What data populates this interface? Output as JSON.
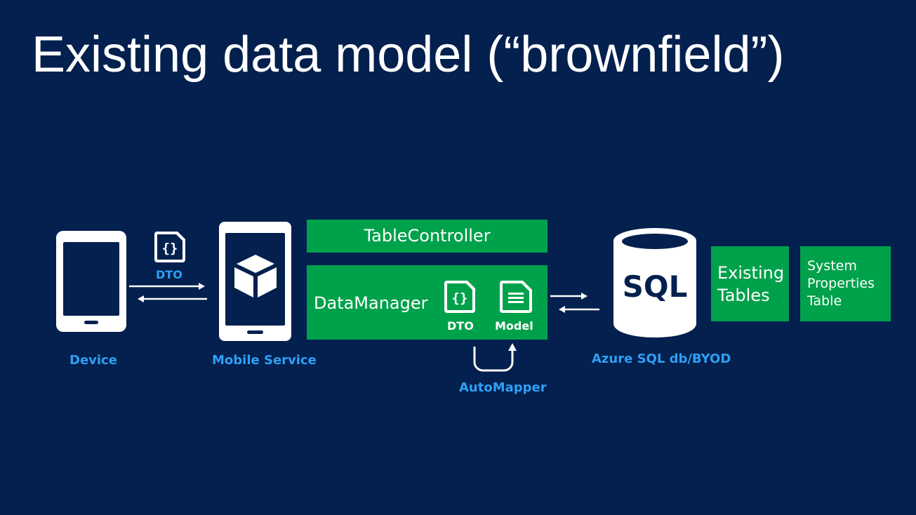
{
  "slide": {
    "title": "Existing data model (“brownfield”)"
  },
  "nodes": {
    "device": {
      "label": "Device",
      "icon": "smartphone-icon"
    },
    "dto_transfer": {
      "label": "DTO",
      "icon": "json-document-icon"
    },
    "mobile_service": {
      "label": "Mobile Service",
      "icon": "cube-icon"
    },
    "table_controller": {
      "label": "TableController"
    },
    "data_manager": {
      "label": "DataManager",
      "dto_label": "DTO",
      "model_label": "Model"
    },
    "automapper": {
      "label": "AutoMapper",
      "icon": "loop-arrow-icon"
    },
    "database": {
      "label": "Azure SQL db/BYOD",
      "icon_text": "SQL"
    },
    "existing_tables": {
      "line1": "Existing",
      "line2": "Tables"
    },
    "system_tables": {
      "line1": "System",
      "line2": "Properties",
      "line3": "Table"
    }
  },
  "colors": {
    "background": "#03204e",
    "accent_green": "#00a14b",
    "label_blue": "#2f9ff5",
    "foreground": "#ffffff"
  }
}
